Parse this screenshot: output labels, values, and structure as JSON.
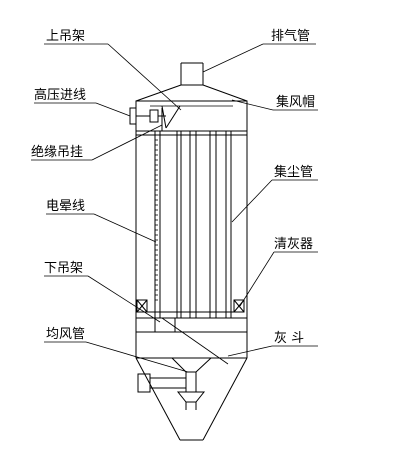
{
  "labels": {
    "upper_hanger": "上吊架",
    "hv_inlet": "高压进线",
    "insulated_hook": "绝缘吊挂",
    "corona_wire": "电晕线",
    "lower_hanger": "下吊架",
    "distributor_pipe": "均风管",
    "exhaust_pipe": "排气管",
    "air_hood": "集风帽",
    "dust_pipe": "集尘管",
    "cleaner": "清灰器",
    "ash_hopper": "灰  斗"
  }
}
